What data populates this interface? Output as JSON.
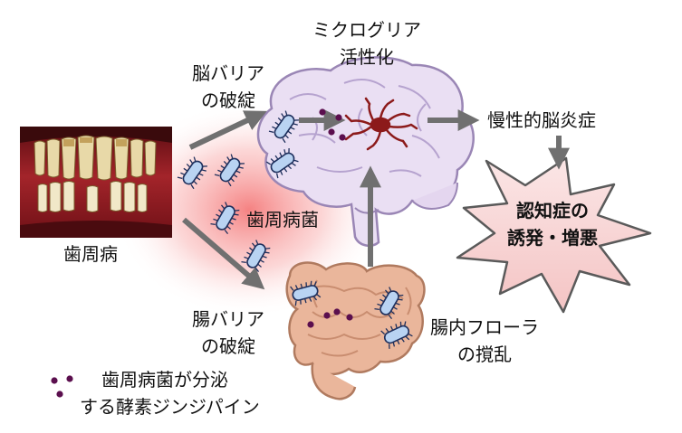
{
  "labels": {
    "periodontal_disease": "歯周病",
    "brain_barrier_line1": "脳バリア",
    "brain_barrier_line2": "の破綻",
    "microglia_line1": "ミクログリア",
    "microglia_line2": "活性化",
    "chronic_inflammation": "慢性的脳炎症",
    "dementia_line1": "認知症の",
    "dementia_line2": "誘発・増悪",
    "bacteria": "歯周病菌",
    "gut_barrier_line1": "腸バリア",
    "gut_barrier_line2": "の破綻",
    "gut_flora_line1": "腸内フローラ",
    "gut_flora_line2": "の撹乱",
    "legend_line1": "歯周病菌が分泌",
    "legend_line2": "する酵素ジンジパイン"
  },
  "colors": {
    "arrow": "#707070",
    "bacteria_fill": "#b9d3f2",
    "bacteria_stroke": "#1e2f5c",
    "gingipain": "#5b0f4e",
    "microglia": "#8c1a1a",
    "brain_fill": "#eadff3",
    "brain_stroke": "#9a86b5",
    "gut_fill": "#eab69b",
    "gut_stroke": "#b07a5f",
    "burst_fill": "#f9dada",
    "burst_stroke": "#5a5a5a",
    "glow": "#f36c6c"
  }
}
